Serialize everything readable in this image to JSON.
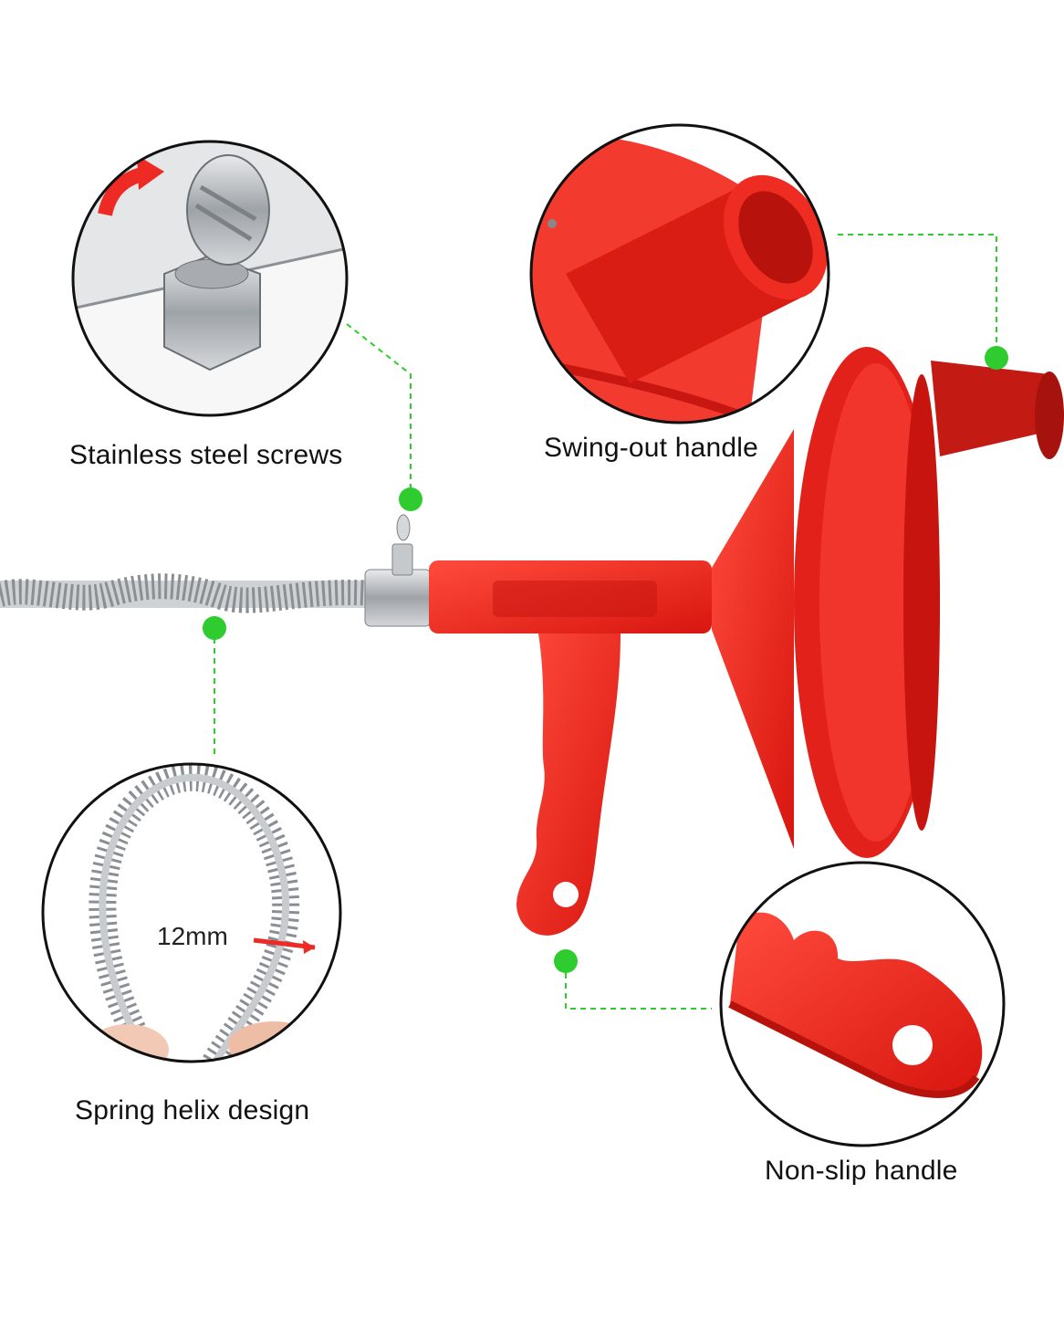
{
  "callouts": {
    "screws": {
      "label": "Stainless steel screws"
    },
    "swing": {
      "label": "Swing-out handle"
    },
    "spring": {
      "label": "Spring helix design",
      "dimension": "12mm"
    },
    "grip": {
      "label": "Non-slip handle"
    }
  },
  "colors": {
    "product_red": "#ee2a24",
    "leader_green": "#2ecc2e",
    "steel": "#b9bcc0"
  },
  "icons": [
    "rotate-arrow-icon"
  ]
}
